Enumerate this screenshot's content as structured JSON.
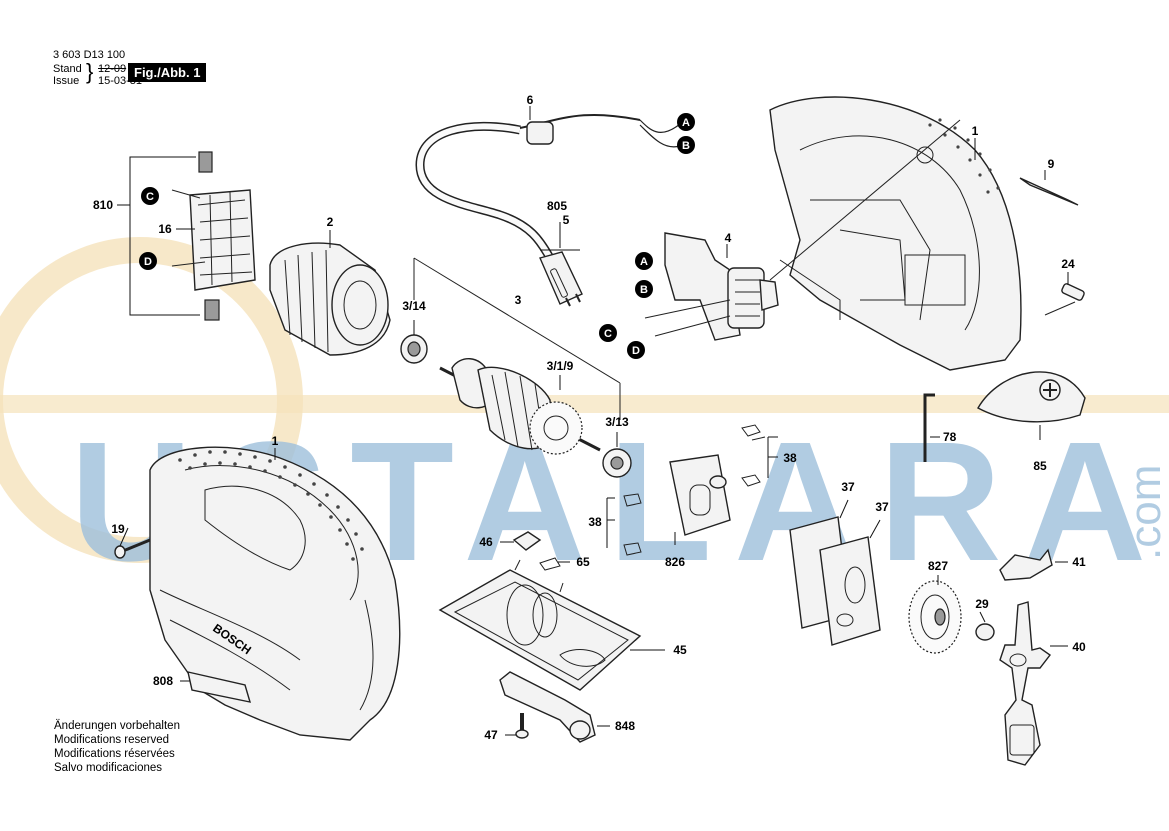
{
  "header": {
    "doc_number": "3 603 D13 100",
    "stand_label": "Stand",
    "issue_label": "Issue",
    "stand_date": "12-09",
    "issue_date": "15-03-31",
    "figure": "Fig./Abb. 1"
  },
  "notes": [
    "Änderungen vorbehalten",
    "Modifications reserved",
    "Modifications réservées",
    "Salvo modificaciones"
  ],
  "watermark": {
    "text": "USTALARA",
    "suffix": ".com",
    "color": "#9ec0dc",
    "accent": "#f3dcae"
  },
  "connectors": [
    "A",
    "B",
    "C",
    "D"
  ],
  "brand": "BOSCH",
  "parts": {
    "p1a": "1",
    "p1b": "1",
    "p2": "2",
    "p3": "3",
    "p3_1_9": "3/1/9",
    "p3_13": "3/13",
    "p3_14": "3/14",
    "p4": "4",
    "p5": "5",
    "p6": "6",
    "p9": "9",
    "p16": "16",
    "p19": "19",
    "p24": "24",
    "p29": "29",
    "p37a": "37",
    "p37b": "37",
    "p38a": "38",
    "p38b": "38",
    "p40": "40",
    "p41": "41",
    "p45": "45",
    "p46": "46",
    "p47": "47",
    "p65": "65",
    "p78": "78",
    "p85": "85",
    "p805": "805",
    "p808": "808",
    "p810": "810",
    "p826": "826",
    "p827": "827",
    "p848": "848"
  }
}
